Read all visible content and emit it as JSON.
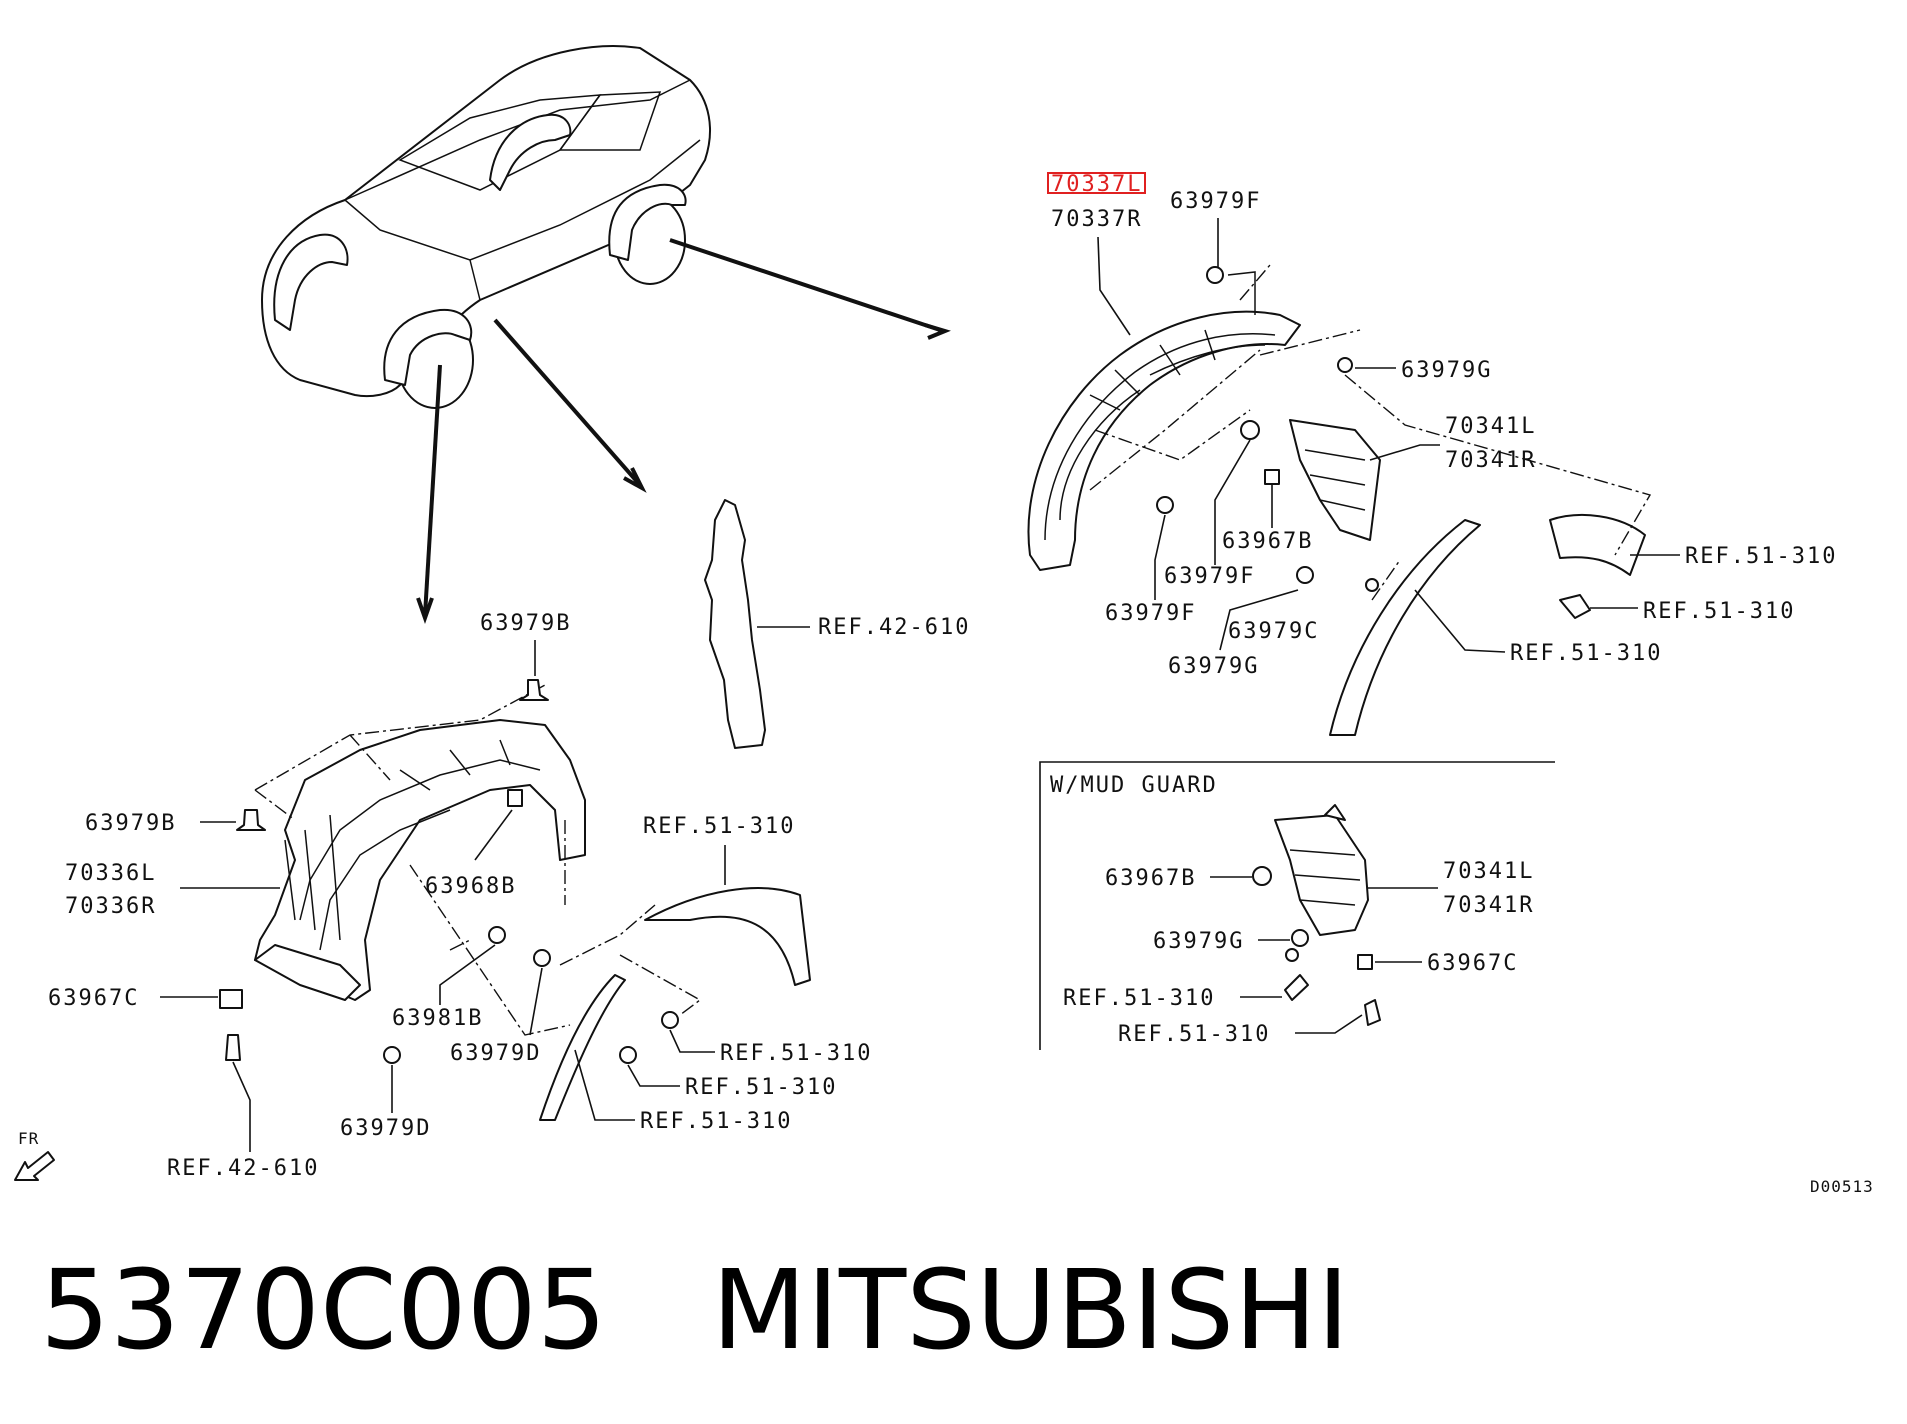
{
  "labels": {
    "highlight": "70337L",
    "rear": {
      "p70337R": "70337R",
      "f1": "63979F",
      "g1": "63979G",
      "l1": "70341L",
      "r1": "70341R",
      "b1": "63967B",
      "f2": "63979F",
      "f3": "63979F",
      "c1": "63979C",
      "g2": "63979G",
      "ref1": "REF.51-310",
      "ref2": "REF.51-310",
      "ref3": "REF.51-310"
    },
    "center": {
      "ref": "REF.42-610"
    },
    "front": {
      "b1": "63979B",
      "b2": "63979B",
      "l": "70336L",
      "r": "70336R",
      "b68": "63968B",
      "c": "63967C",
      "b81": "63981B",
      "d1": "63979D",
      "d2": "63979D",
      "ref42": "REF.42-610",
      "ref1": "REF.51-310",
      "ref2": "REF.51-310",
      "ref3": "REF.51-310",
      "ref4": "REF.51-310"
    },
    "mud": {
      "heading": "W/MUD GUARD",
      "b": "63967B",
      "l": "70341L",
      "r": "70341R",
      "g": "63979G",
      "c": "63967C",
      "ref1": "REF.51-310",
      "ref2": "REF.51-310"
    },
    "fr": "FR",
    "code": "D00513"
  },
  "title": "5370C005   MITSUBISHI",
  "colors": {
    "highlight": "#e02020",
    "line": "#111111"
  }
}
